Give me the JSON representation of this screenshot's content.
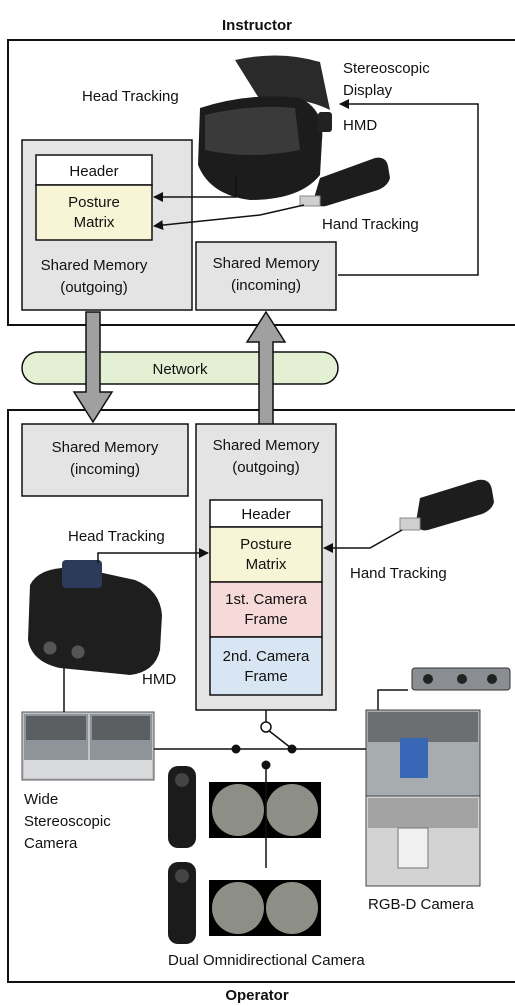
{
  "sections": {
    "instructor": "Instructor",
    "operator": "Operator",
    "network": "Network"
  },
  "instructor": {
    "hmd_label": "HMD",
    "stereoscopic_label_1": "Stereoscopic",
    "stereoscopic_label_2": "Display",
    "head_tracking": "Head Tracking",
    "hand_tracking": "Hand Tracking",
    "outgoing": {
      "line1": "Shared Memory",
      "line2": "(outgoing)",
      "header": "Header",
      "posture_1": "Posture",
      "posture_2": "Matrix"
    },
    "incoming": {
      "line1": "Shared Memory",
      "line2": "(incoming)"
    }
  },
  "operator": {
    "incoming": {
      "line1": "Shared Memory",
      "line2": "(incoming)"
    },
    "outgoing": {
      "line1": "Shared Memory",
      "line2": "(outgoing)",
      "header": "Header",
      "posture_1": "Posture",
      "posture_2": "Matrix",
      "cam1_1": "1st. Camera",
      "cam1_2": "Frame",
      "cam2_1": "2nd. Camera",
      "cam2_2": "Frame"
    },
    "head_tracking": "Head Tracking",
    "hand_tracking": "Hand Tracking",
    "hmd_label": "HMD",
    "wide_1": "Wide",
    "wide_2": "Stereoscopic",
    "wide_3": "Camera",
    "rgbd": "RGB-D Camera",
    "omni": "Dual Omnidirectional Camera"
  },
  "colors": {
    "header_fill": "#ffffff",
    "posture_fill": "#f7f5d6",
    "cam1_fill": "#f6d9d9",
    "cam2_fill": "#d8e6f3",
    "network_fill": "#e3f0d3",
    "memory_fill": "#e4e4e4"
  }
}
